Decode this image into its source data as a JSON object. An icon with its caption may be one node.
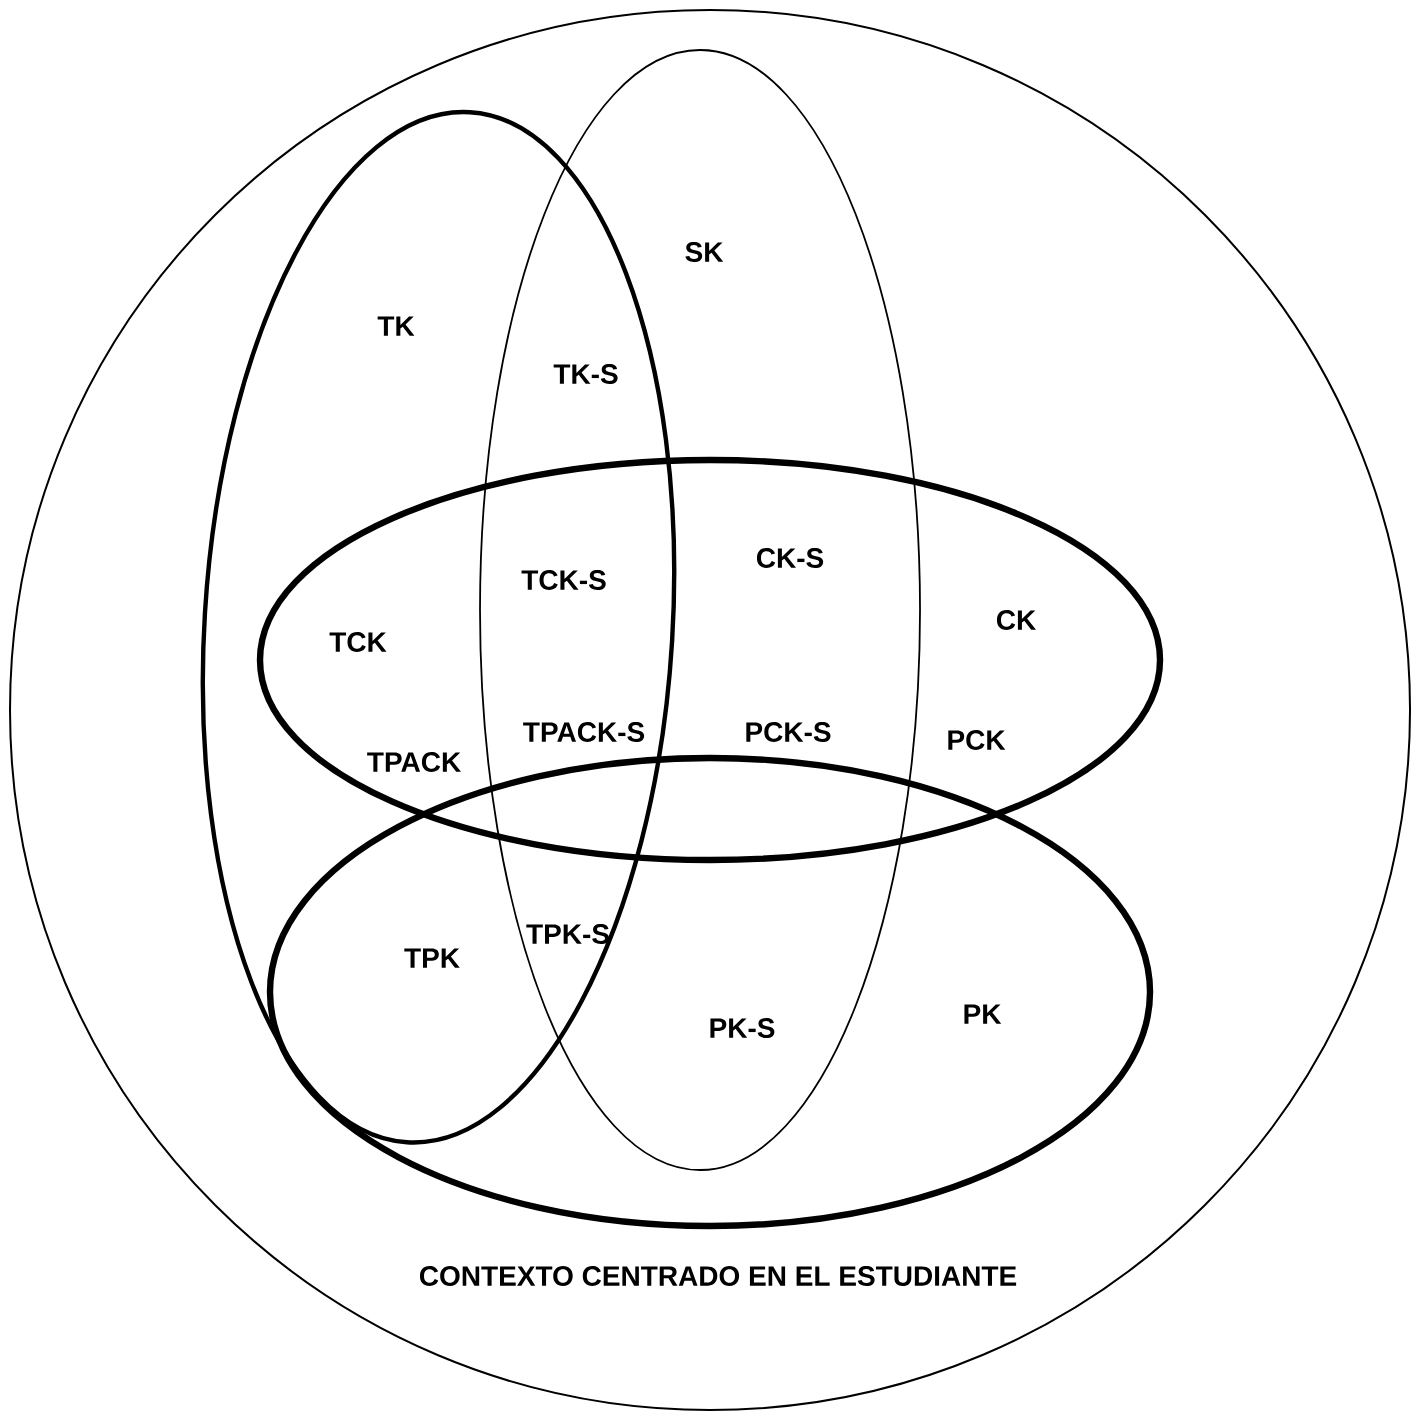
{
  "diagram": {
    "nodes": [
      {
        "text": [
          "CONTEXTO CENTRADO EN EL ESTUDIANTE"
        ]
      },
      {
        "text": [
          "TK"
        ],
        "in": 0
      },
      {
        "text": [
          "SK"
        ],
        "in": 0
      },
      {
        "text": [
          "CK"
        ],
        "in": 0
      },
      {
        "text": [
          "PK"
        ],
        "in": 0
      }
    ],
    "labels": [
      "TK-S",
      "TCK-S",
      "CK-S",
      "TCK",
      "TPACK-S",
      "PCK-S",
      "PCK",
      "TPACK",
      "TPK",
      "TPK-S",
      "PK-S"
    ]
  }
}
